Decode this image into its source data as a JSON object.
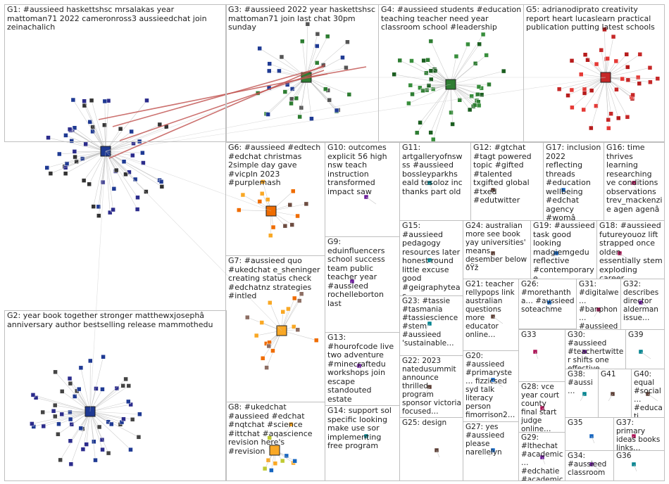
{
  "graph": {
    "groups": [
      {
        "id": "G1",
        "label": "G1: #aussieed haskettshsc mrsalakas year mattoman71 2022 cameronross3 aussieedchat join zeinachalich"
      },
      {
        "id": "G2",
        "label": "G2: year book together stronger matthewxjosephâ anniversary author bestselling release mammothedu"
      },
      {
        "id": "G3",
        "label": "G3: #aussieed 2022 year haskettshsc mattoman71 join last chat 30pm sunday"
      },
      {
        "id": "G4",
        "label": "G4: #aussieed students #education teaching teacher need year classroom school #leadership"
      },
      {
        "id": "G5",
        "label": "G5: adrianodiprato creativity report heart lucaslearn practical publication putting latest schools"
      },
      {
        "id": "G6",
        "label": "G6: #aussieed #edtech #edchat christmas 2simple day gave #vicpln 2023 #purplemash"
      },
      {
        "id": "G7",
        "label": "G7: #aussieed quo #ukedchat e_sheninger creating status check #edchatnz strategies #intled"
      },
      {
        "id": "G8",
        "label": "G8: #ukedchat #aussieed #edchat #nqtchat #science #ittchat #aqascience revision here's #revision"
      },
      {
        "id": "G9",
        "label": "G9: eduinfluencers school success team public teacher year #aussieed rochelleborton last"
      },
      {
        "id": "G10",
        "label": "G10: outcomes explicit 56 high nsw teach instruction transformed impact saw"
      },
      {
        "id": "G11",
        "label": "G11: artgalleryofnsw ss #aussieed bossleyparkhs eald tesoloz inc thanks part old"
      },
      {
        "id": "G12",
        "label": "G12: #gtchat #tagt powered topic #gifted #talented txgifted global #txed #edutwitter"
      },
      {
        "id": "G13",
        "label": "G13: #hourofcode live two adventure #minecraftedu workshops join escape standouted estate"
      },
      {
        "id": "G14",
        "label": "G14: support sol specific looking make use sor implementing free program"
      },
      {
        "id": "G15",
        "label": "G15: #aussieed pedagogy resources later honest round little excuse good #geigraphyteac…"
      },
      {
        "id": "G16",
        "label": "G16: time thrives learning researching ve conditions observations trev_mackenzie agen agenâ"
      },
      {
        "id": "G17",
        "label": "G17: inclusion 2022 reflecting threads #education wellbeing #edchat agency #womâ debsnet"
      },
      {
        "id": "G18",
        "label": "G18: #aussieed futureyouoz lift strapped once olden essentially stem exploding career"
      },
      {
        "id": "G19",
        "label": "G19: #aussieed task good looking madgiemgedu reflective #contemporaryе…"
      },
      {
        "id": "G20",
        "label": "G20: #aussieed #primaryste… fizzicsed syd talk literacy person fimorrison2…"
      },
      {
        "id": "G21",
        "label": "G21: teacher rellypops link australian questions more educator online…"
      },
      {
        "id": "G22",
        "label": "G22: 2023 natedusummit announce thrilled program sponsor victoria focused…"
      },
      {
        "id": "G23",
        "label": "G23: #tassie #tasmania #tassiescience #stem #aussieed 'sustainable…"
      },
      {
        "id": "G24",
        "label": "G24: australian more see book yay universities' means desember below ðŸž"
      },
      {
        "id": "G25",
        "label": "G25: design"
      },
      {
        "id": "G26",
        "label": "G26: #morethantha… #aussieed sotеachme"
      },
      {
        "id": "G27",
        "label": "G27: yes #aussieed please narellelyn"
      },
      {
        "id": "G28",
        "label": "G28: vce year court county final start judge online…"
      },
      {
        "id": "G29",
        "label": "G29: #lthechat #academic… #edchatie #academic…"
      },
      {
        "id": "G30",
        "label": "G30: #aussieed #teachertwitter shifts one effective small…"
      },
      {
        "id": "G31",
        "label": "G31: #digitalwe… #banphon… #aussieed phone…"
      },
      {
        "id": "G32",
        "label": "G32: describes director alderman issue…"
      },
      {
        "id": "G33",
        "label": "G33"
      },
      {
        "id": "G34",
        "label": "G34: #aussieed classroom…"
      },
      {
        "id": "G35",
        "label": "G35"
      },
      {
        "id": "G36",
        "label": "G36"
      },
      {
        "id": "G37",
        "label": "G37: primary ideas books links…"
      },
      {
        "id": "G38",
        "label": "G38: #aussi…"
      },
      {
        "id": "G39",
        "label": "G39"
      },
      {
        "id": "G40",
        "label": "G40: equal #social… #educati…"
      },
      {
        "id": "G41",
        "label": "G41"
      }
    ]
  }
}
